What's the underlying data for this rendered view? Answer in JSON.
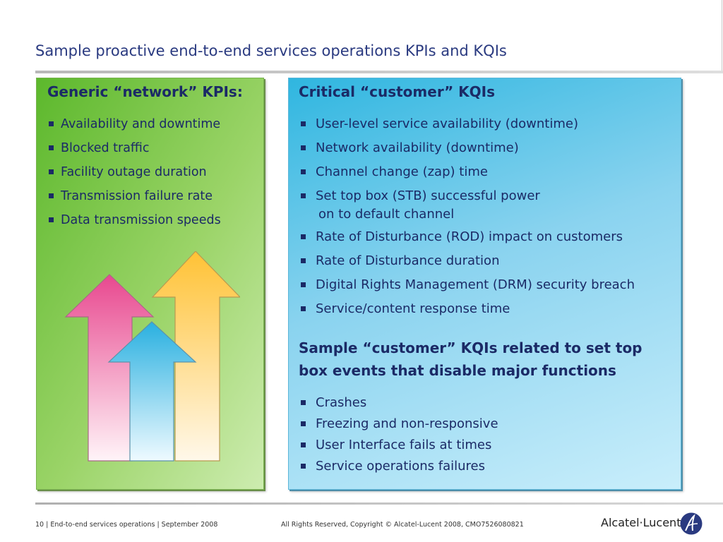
{
  "slide": {
    "title": "Sample proactive end-to-end services operations KPIs and KQIs"
  },
  "network_panel": {
    "heading": "Generic “network” KPIs:",
    "items": [
      "Availability and downtime",
      "Blocked traffic",
      "Facility outage duration",
      "Transmission failure rate",
      "Data transmission speeds"
    ]
  },
  "customer_panel": {
    "heading": "Critical “customer” KQIs",
    "items": [
      {
        "text": "User-level service availability (downtime)",
        "cont": ""
      },
      {
        "text": "Network availability (downtime)",
        "cont": ""
      },
      {
        "text": "Channel change (zap) time",
        "cont": ""
      },
      {
        "text": "Set top box (STB) successful power",
        "cont": "on to default channel"
      },
      {
        "text": "Rate of Disturbance (ROD) impact on customers",
        "cont": ""
      },
      {
        "text": "Rate of Disturbance duration",
        "cont": ""
      },
      {
        "text": "Digital Rights Management (DRM) security breach",
        "cont": ""
      },
      {
        "text": "Service/content response time",
        "cont": ""
      }
    ],
    "subheading": "Sample “customer” KQIs related to set top box events that disable major functions",
    "stb_items": [
      "Crashes",
      "Freezing and non-responsive",
      "User Interface fails at times",
      "Service operations failures"
    ]
  },
  "arrows": {
    "colors": {
      "pink": "#e8488f",
      "orange": "#ffc235",
      "blue": "#29b0e0"
    }
  },
  "footer": {
    "left": "10 | End-to-end services operations | September 2008",
    "center": "All Rights Reserved, Copyright © Alcatel-Lucent 2008, CMO7526080821",
    "logo": "Alcatel·Lucent",
    "logo_icon": "alcatel-lucent-a-icon"
  }
}
